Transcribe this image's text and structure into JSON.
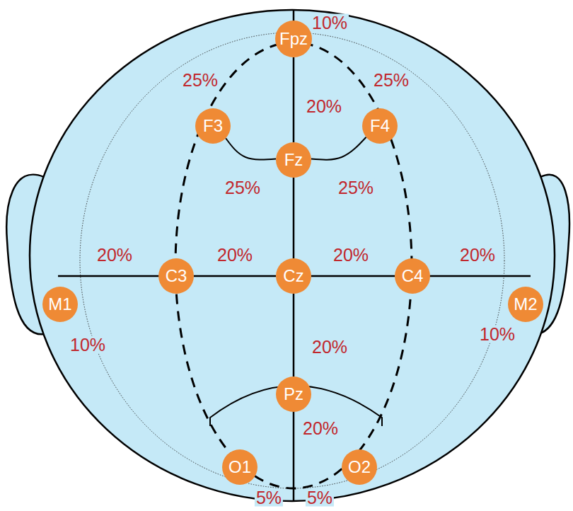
{
  "diagram": {
    "nodes": [
      {
        "text": [
          "Fpz"
        ]
      },
      {
        "text": [
          "F3"
        ]
      },
      {
        "text": [
          "F4"
        ]
      },
      {
        "text": [
          "Fz"
        ]
      },
      {
        "text": [
          "C3"
        ]
      },
      {
        "text": [
          "Cz"
        ]
      },
      {
        "text": [
          "C4"
        ]
      },
      {
        "text": [
          "M1"
        ]
      },
      {
        "text": [
          "M2"
        ]
      },
      {
        "text": [
          "Pz"
        ]
      },
      {
        "text": [
          "O1"
        ]
      },
      {
        "text": [
          "O2"
        ]
      }
    ],
    "edges": [
      {
        "from": 0,
        "to": 3,
        "arrow": "none"
      },
      {
        "from": 1,
        "to": 3,
        "arrow": "none"
      },
      {
        "from": 3,
        "to": 2,
        "arrow": "none"
      },
      {
        "from": 3,
        "to": 5,
        "arrow": "none"
      },
      {
        "from": 4,
        "to": 5,
        "arrow": "none"
      },
      {
        "from": 5,
        "to": 6,
        "arrow": "none"
      },
      {
        "from": 5,
        "to": 9,
        "arrow": "none"
      }
    ],
    "labels": [
      "10%",
      "25%",
      "25%",
      "20%",
      "25%",
      "25%",
      "20%",
      "20%",
      "20%",
      "20%",
      "10%",
      "10%",
      "20%",
      "20%",
      "5%",
      "5%"
    ]
  }
}
